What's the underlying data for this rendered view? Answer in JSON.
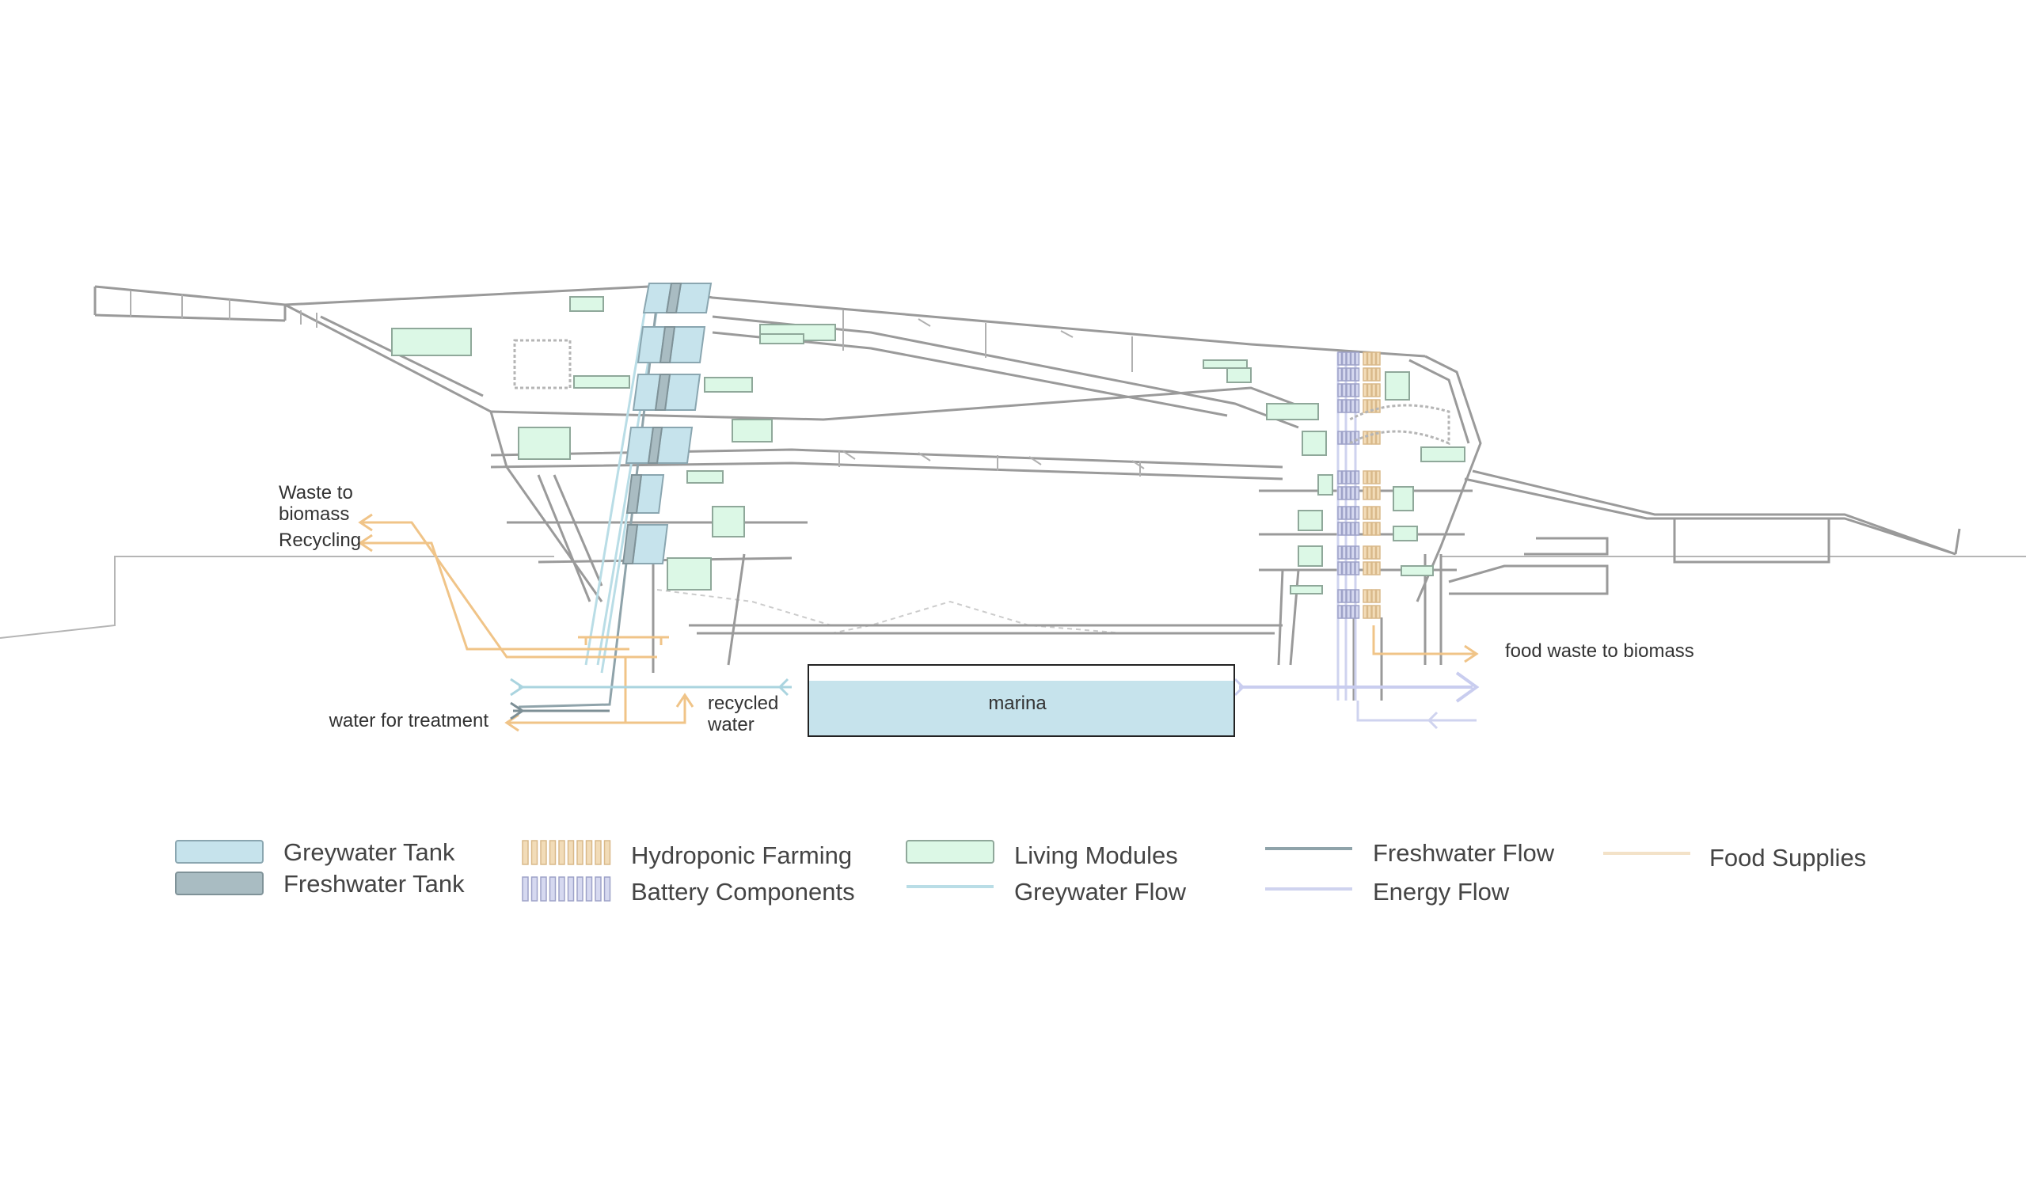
{
  "annotations": {
    "waste_to_biomass": [
      "Waste to",
      "biomass"
    ],
    "recycling": "Recycling",
    "water_for_treatment": "water for treatment",
    "recycled_water": [
      "recycled",
      "water"
    ],
    "marina": "marina",
    "food_waste_to_biomass": "food waste to biomass"
  },
  "legend": [
    {
      "id": "greywater-tank",
      "label": "Greywater Tank",
      "swatch": "box",
      "color": "#c6e3ec",
      "stroke": "#8aa6b0"
    },
    {
      "id": "freshwater-tank",
      "label": "Freshwater Tank",
      "swatch": "box",
      "color": "#a9bcc2",
      "stroke": "#7f9298"
    },
    {
      "id": "hydroponic-farming",
      "label": "Hydroponic Farming",
      "swatch": "bars",
      "color": "#f2dcb8",
      "stroke": "#d9b98a"
    },
    {
      "id": "battery-components",
      "label": "Battery Components",
      "swatch": "bars",
      "color": "#d6d9f0",
      "stroke": "#9ea2c8"
    },
    {
      "id": "living-modules",
      "label": "Living Modules",
      "swatch": "box",
      "color": "#dcf8e6",
      "stroke": "#8fa89a"
    },
    {
      "id": "greywater-flow",
      "label": "Greywater Flow",
      "swatch": "line",
      "color": "#b9dde6"
    },
    {
      "id": "freshwater-flow",
      "label": "Freshwater Flow",
      "swatch": "line",
      "color": "#8fa3aa"
    },
    {
      "id": "energy-flow",
      "label": "Energy Flow",
      "swatch": "line",
      "color": "#cfd3ef"
    },
    {
      "id": "food-supplies",
      "label": "Food Supplies",
      "swatch": "line",
      "color": "#f3e2c8"
    }
  ],
  "colors": {
    "structure": "#9a9a9a",
    "marina_fill": "#c6e3ec",
    "food_arrow": "#f0c488",
    "greywater_arrow": "#aad4df",
    "freshwater_arrow": "#7d8f96",
    "energy_arrow": "#c9cdef"
  }
}
